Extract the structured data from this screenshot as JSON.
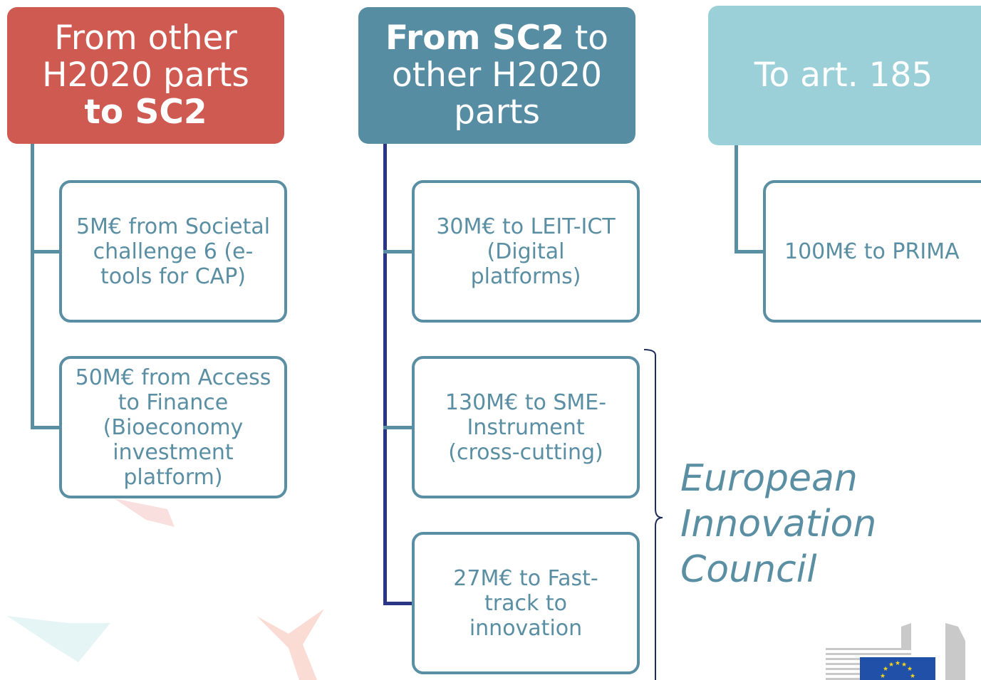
{
  "headers": {
    "left": {
      "line1": "From other",
      "line2": "H2020 parts",
      "line3": "to SC2"
    },
    "middle": {
      "bold": "From SC2",
      "line1_rest": " to",
      "line2": "other H2020",
      "line3": "parts"
    },
    "right": {
      "text": "To art. 185"
    }
  },
  "boxes": {
    "left": [
      {
        "lines": [
          "5M€ from Societal",
          "challenge 6 (e-",
          "tools for CAP)"
        ]
      },
      {
        "lines": [
          "50M€ from Access",
          "to Finance",
          "(Bioeconomy",
          "investment",
          "platform)"
        ]
      }
    ],
    "middle": [
      {
        "lines": [
          "30M€ to LEIT-ICT",
          "(Digital",
          "platforms)"
        ]
      },
      {
        "lines": [
          "130M€ to SME-",
          "Instrument",
          "(cross-cutting)"
        ]
      },
      {
        "lines": [
          "27M€ to Fast-",
          "track to",
          "innovation"
        ]
      }
    ],
    "right": [
      {
        "lines": [
          "100M€ to PRIMA"
        ]
      }
    ]
  },
  "brace_label": {
    "line1": "European",
    "line2": "Innovation",
    "line3": "Council"
  },
  "colors": {
    "left_header": "#cf5a52",
    "middle_header": "#578da3",
    "right_header": "#9cd0d9",
    "box_border": "#5a8ea3",
    "middle_connector": "#2b3585"
  }
}
